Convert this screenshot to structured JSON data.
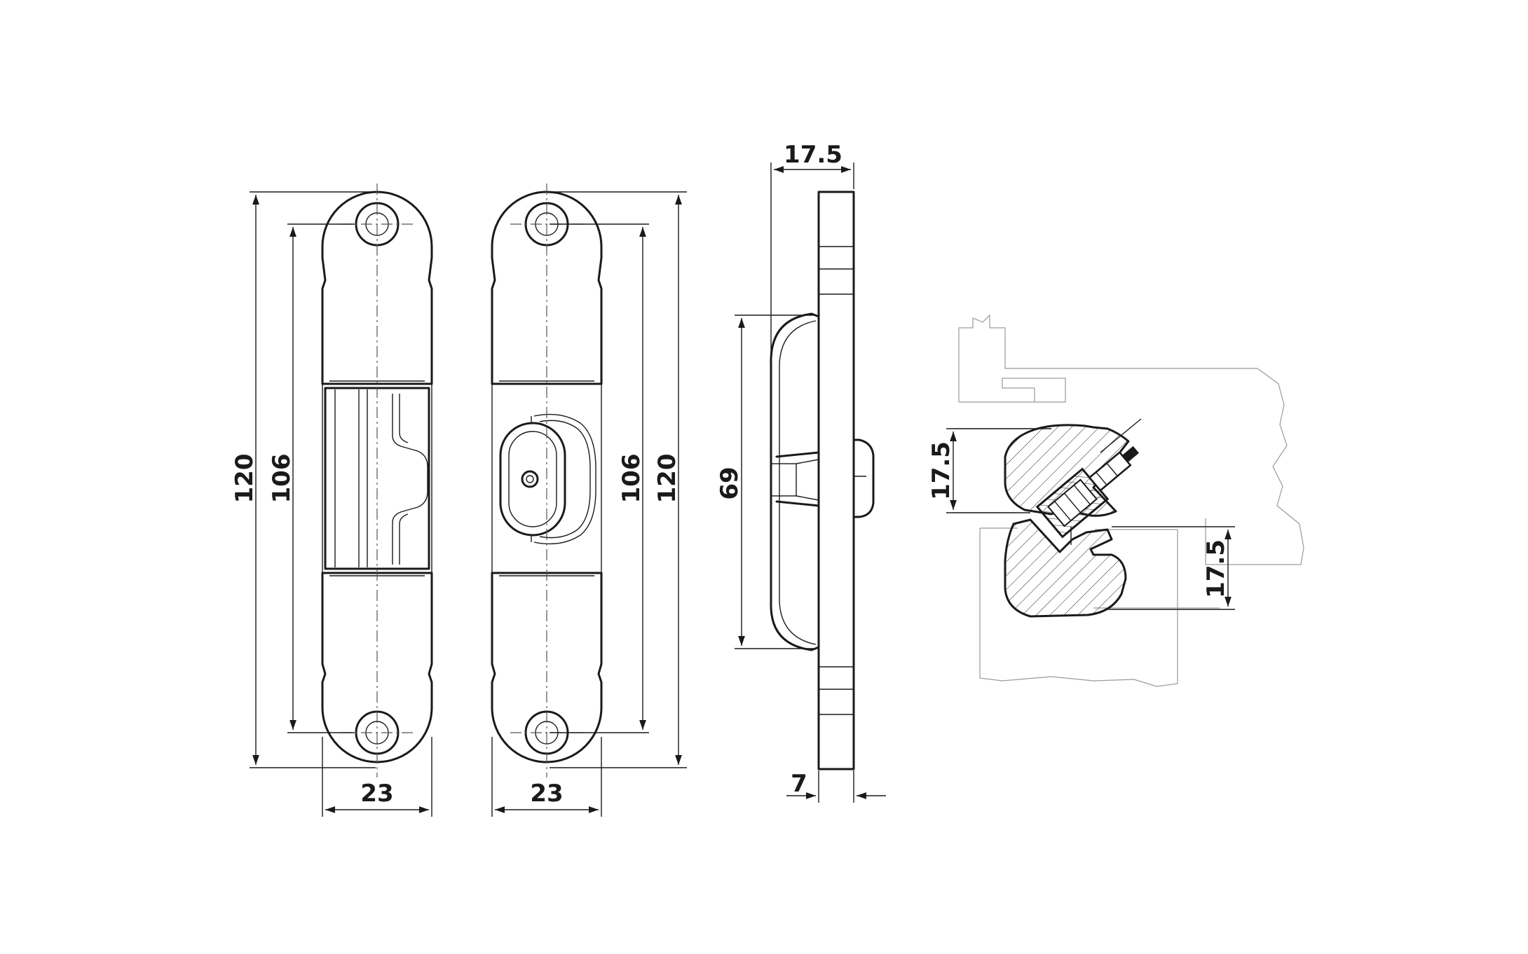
{
  "dimensions": {
    "front_left_height_outer": "120",
    "front_left_height_inner": "106",
    "front_left_width": "23",
    "front_right_height_inner": "106",
    "front_right_height_outer": "120",
    "front_right_width": "23",
    "side_depth": "17.5",
    "side_body_height": "69",
    "side_flange": "7",
    "section_upper_depth": "17.5",
    "section_lower_depth": "17.5"
  }
}
